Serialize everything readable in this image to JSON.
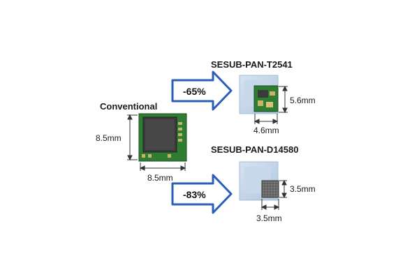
{
  "conventional": {
    "title": "Conventional",
    "height_label": "8.5mm",
    "width_label": "8.5mm"
  },
  "module_t2541": {
    "title": "SESUB-PAN-T2541",
    "reduction": "-65%",
    "height_label": "5.6mm",
    "width_label": "4.6mm"
  },
  "module_d14580": {
    "title": "SESUB-PAN-D14580",
    "reduction": "-83%",
    "height_label": "3.5mm",
    "width_label": "3.5mm"
  },
  "colors": {
    "arrow_outline": "#2a5fb8",
    "pcb_green": "#2e7d32",
    "chip_dark": "#3c3c3c",
    "ghost_board": "#bcd0e6"
  }
}
